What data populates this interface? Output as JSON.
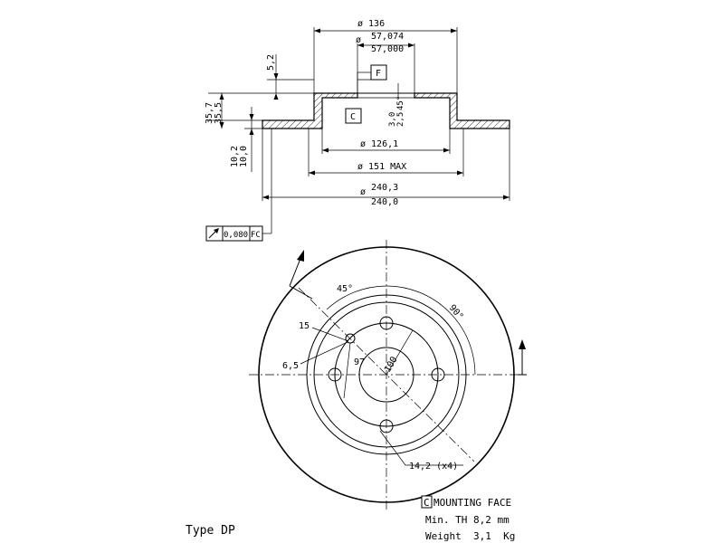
{
  "section_view": {
    "dim_outer_bell": "ø 136",
    "dim_hub_bore_top": "57,074",
    "dim_hub_bore_prefix": "ø",
    "dim_hub_bore_bottom": "57,000",
    "dim_flange_thickness": "5,2",
    "dim_height_top": "35,7",
    "dim_height_bottom": "35,5",
    "dim_offset_top": "10,2",
    "dim_offset_bottom": "10,0",
    "dim_chamfer": "3,0",
    "dim_chamfer_sub": "2,5",
    "dim_chamfer_angle": "45°",
    "dim_inner_ring": "ø 126,1",
    "dim_max": "ø 151 MAX",
    "dim_disc_prefix": "ø",
    "dim_disc_top": "240,3",
    "dim_disc_bottom": "240,0",
    "datum_f": "F",
    "datum_c": "C",
    "tolerance_value": "0,080",
    "tolerance_datum": "FC"
  },
  "plan_view": {
    "angle_45": "45°",
    "angle_90": "90°",
    "dim_15": "15",
    "dim_6_5": "6,5",
    "dim_97": "97",
    "dim_100": "100",
    "hole_spec": "14,2 (x4)"
  },
  "notes": {
    "mounting_face_symbol": "C",
    "mounting_face_label": "MOUNTING FACE",
    "min_thickness": "Min. TH 8,2 mm",
    "weight": "Weight  3,1  Kg",
    "type": "Type DP"
  }
}
